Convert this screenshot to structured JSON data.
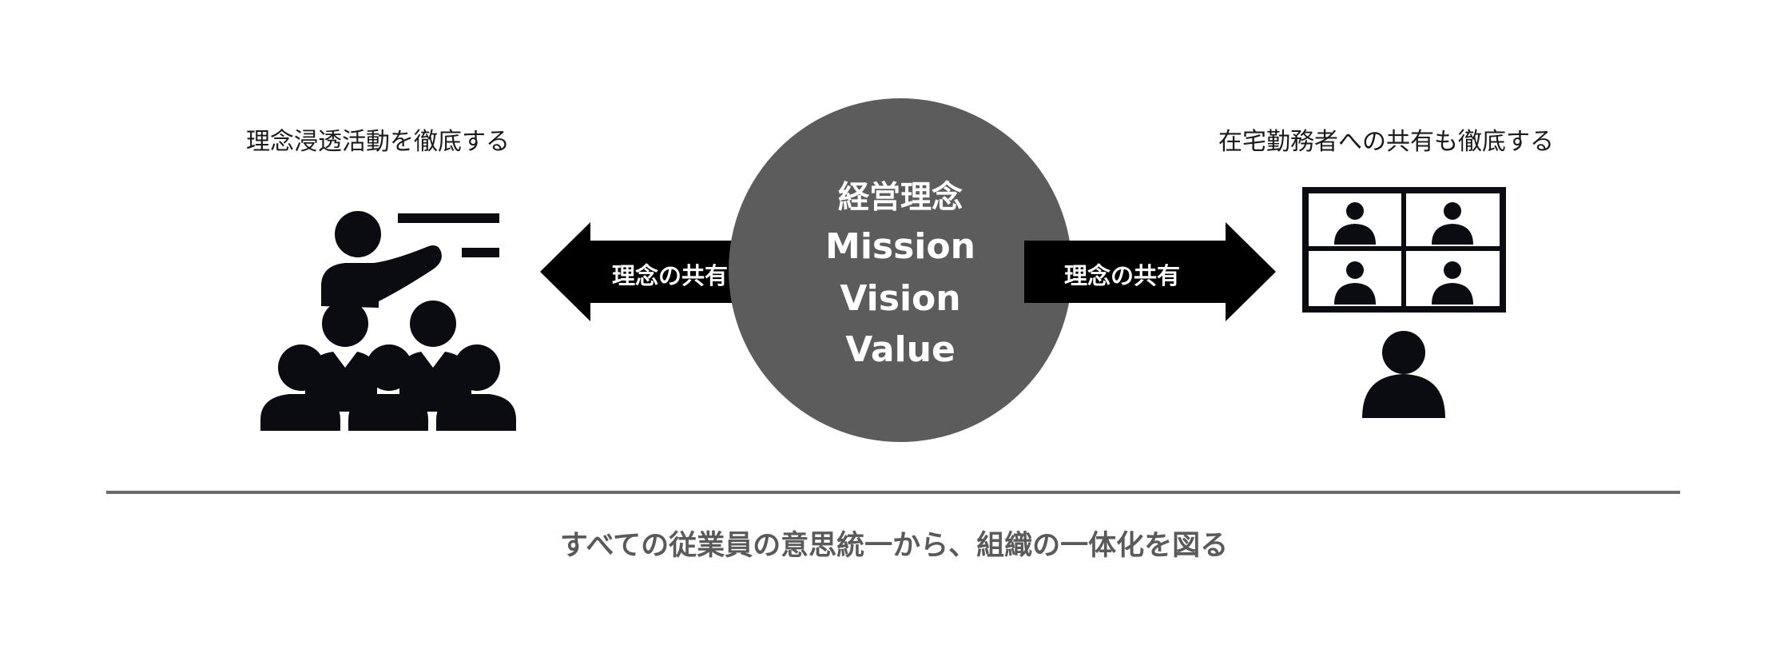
{
  "left_caption": "理念浸透活動を徹底する",
  "right_caption": "在宅勤務者への共有も徹底する",
  "center": {
    "title": "経営理念",
    "items": [
      "Mission",
      "Vision",
      "Value"
    ],
    "color": "#5c5c5c"
  },
  "arrows": {
    "left_label": "理念の共有",
    "right_label": "理念の共有"
  },
  "icons": {
    "left": "presenter-audience-icon",
    "right": "video-conference-icon"
  },
  "bottom_message": "すべての従業員の意思統一から、組織の一体化を図る"
}
